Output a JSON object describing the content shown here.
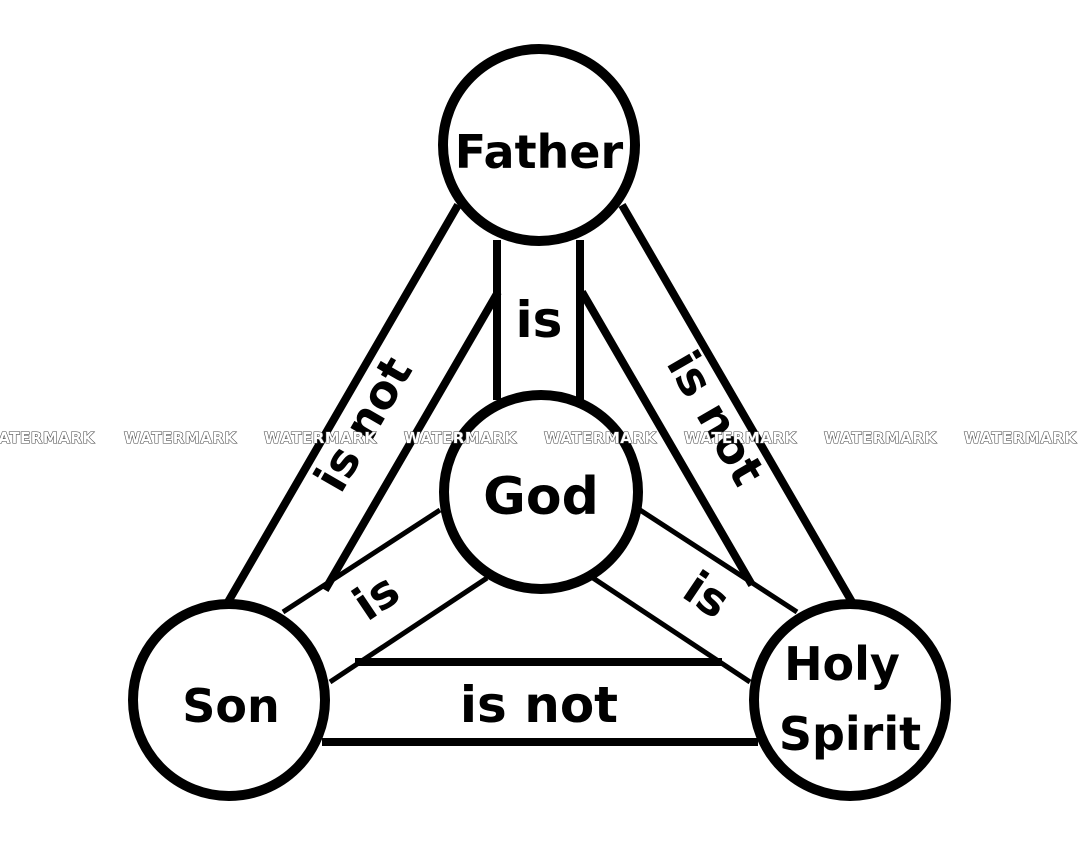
{
  "nodes": {
    "father": "Father",
    "god": "God",
    "son": "Son",
    "holy_spirit_line1": "Holy",
    "holy_spirit_line2": "Spirit"
  },
  "edges": {
    "father_god": "is",
    "son_god": "is",
    "spirit_god": "is",
    "father_son": "is not",
    "father_spirit": "is not",
    "son_spirit": "is not"
  },
  "watermark": "WATERMARK"
}
